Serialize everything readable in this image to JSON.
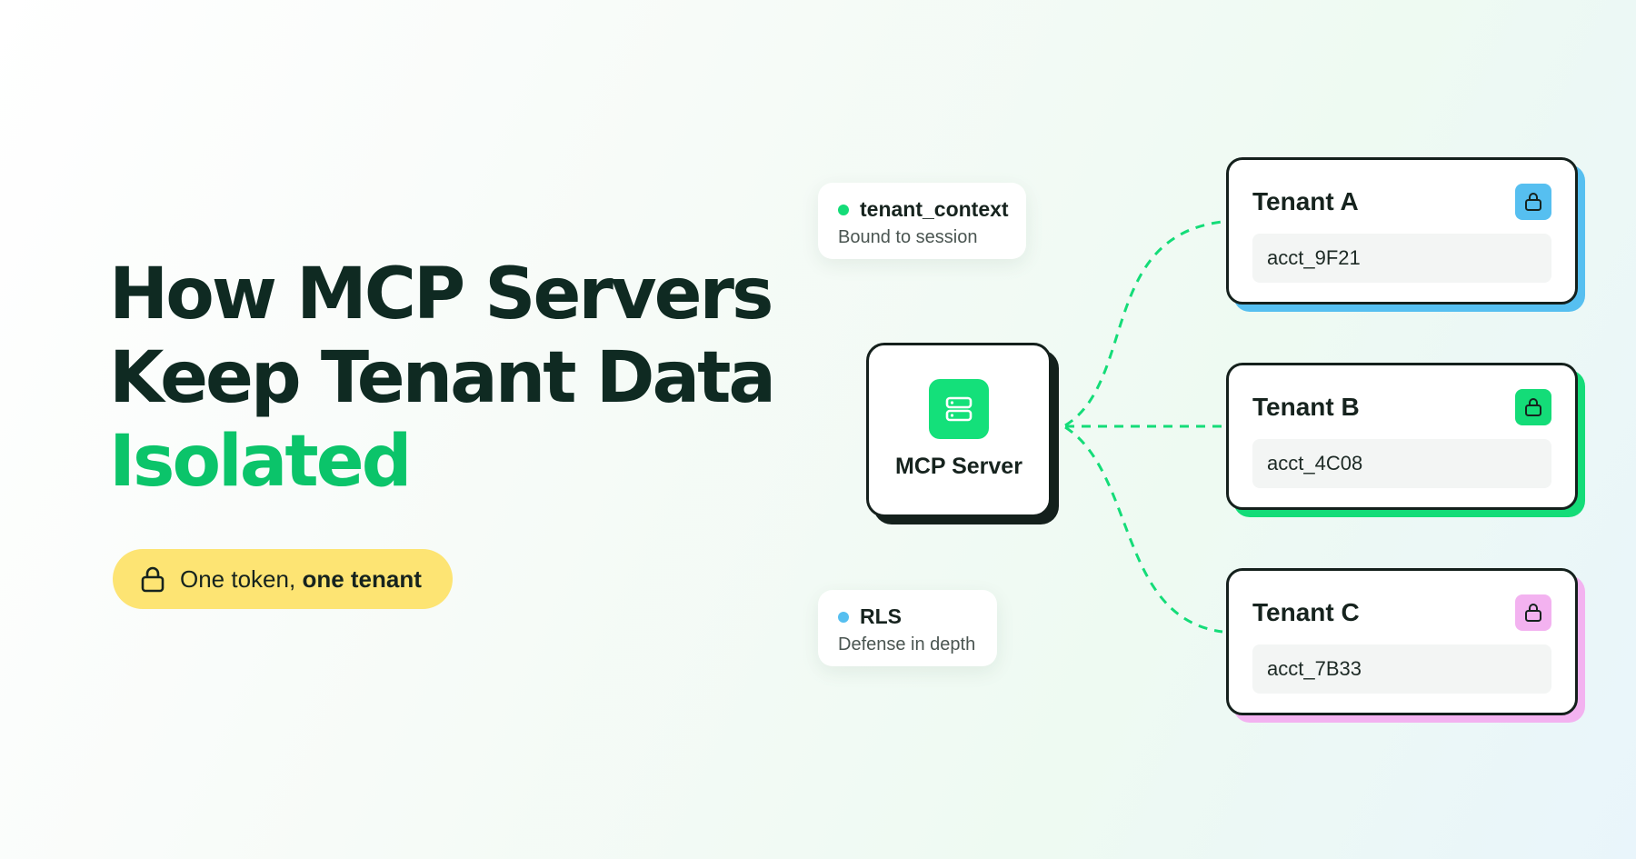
{
  "headline": {
    "line1": "How MCP Servers",
    "line2": "Keep Tenant Data",
    "line3": "Isolated"
  },
  "pill": {
    "text_regular": "One token,",
    "text_bold": "one tenant",
    "icon": "lock-icon",
    "color": "#fde473"
  },
  "chips": {
    "context": {
      "title": "tenant_context",
      "subtitle": "Bound to session",
      "dot_color": "#14dc78"
    },
    "rls": {
      "title": "RLS",
      "subtitle": "Defense in depth",
      "dot_color": "#56bff0"
    }
  },
  "server": {
    "label": "MCP Server",
    "icon": "server-icon",
    "icon_color": "#14e07a"
  },
  "tenants": [
    {
      "name": "Tenant A",
      "account": "acct_9F21",
      "accent": "#56bff0",
      "icon": "lock-icon"
    },
    {
      "name": "Tenant B",
      "account": "acct_4C08",
      "accent": "#14dc78",
      "icon": "lock-icon"
    },
    {
      "name": "Tenant C",
      "account": "acct_7B33",
      "accent": "#f3b2f0",
      "icon": "lock-icon"
    }
  ],
  "colors": {
    "ink": "#0f2a22",
    "accent_green": "#0bc46a",
    "connector": "#14dc78"
  }
}
